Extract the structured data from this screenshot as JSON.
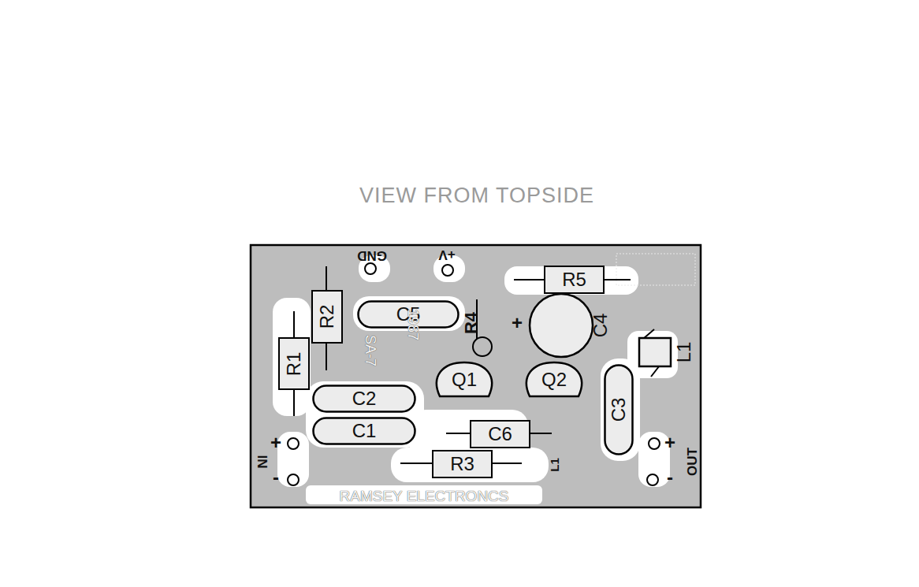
{
  "diagram": {
    "title": "VIEW FROM TOPSIDE",
    "nodes": [
      {
        "text": [
          "R2"
        ]
      },
      {
        "text": [
          "C5"
        ]
      },
      {
        "text": [
          "R5"
        ]
      },
      {
        "text": [
          "C4"
        ]
      },
      {
        "text": [
          "R1"
        ]
      },
      {
        "text": [
          "L1"
        ]
      },
      {
        "text": [
          "Q1"
        ]
      },
      {
        "text": [
          "Q2"
        ]
      },
      {
        "text": [
          "C3"
        ]
      },
      {
        "text": [
          "C2"
        ]
      },
      {
        "text": [
          "C1"
        ]
      },
      {
        "text": [
          "C6"
        ]
      },
      {
        "text": [
          "R3"
        ]
      }
    ],
    "labels": [
      "GND",
      "+V",
      "R4",
      "+",
      "SA-7",
      "1987",
      "+",
      "IN",
      "-",
      "+",
      "OUT",
      "-",
      "L1",
      "RAMSEY ELECTRONCS"
    ]
  }
}
